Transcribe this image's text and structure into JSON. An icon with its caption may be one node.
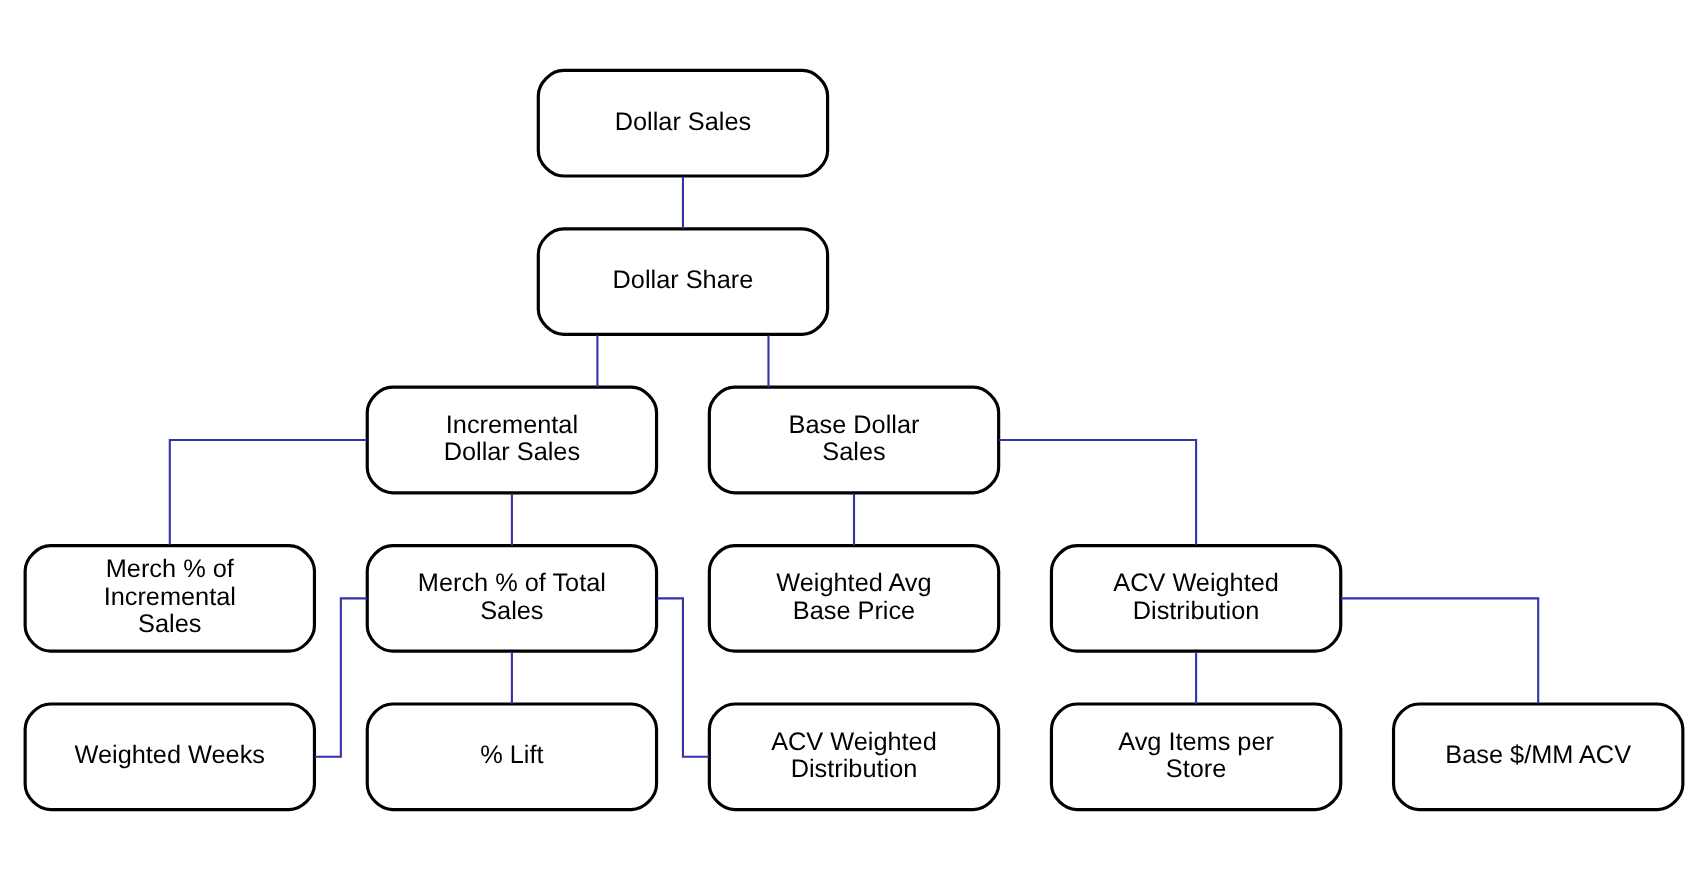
{
  "diagram": {
    "nodes": [
      {
        "text": [
          "Dollar Sales"
        ]
      },
      {
        "text": [
          "Dollar Share"
        ]
      },
      {
        "text": [
          "Incremental Dollar Sales"
        ]
      },
      {
        "text": [
          "Base Dollar Sales"
        ]
      },
      {
        "text": [
          "Merch % of Incremental Sales"
        ]
      },
      {
        "text": [
          "Merch % of Total Sales"
        ]
      },
      {
        "text": [
          "Weighted Avg Base Price"
        ]
      },
      {
        "text": [
          "ACV Weighted Distribution"
        ]
      },
      {
        "text": [
          "Weighted Weeks"
        ]
      },
      {
        "text": [
          "% Lift"
        ]
      },
      {
        "text": [
          "ACV Weighted Distribution"
        ]
      },
      {
        "text": [
          "Avg Items per Store"
        ]
      },
      {
        "text": [
          "Base $/MM ACV"
        ]
      }
    ],
    "edges": [
      {
        "from": 0,
        "to": 1,
        "arrow": "none"
      },
      {
        "from": 1,
        "to": 2,
        "arrow": "none"
      },
      {
        "from": 1,
        "to": 3,
        "arrow": "none"
      },
      {
        "from": 2,
        "to": 4,
        "arrow": "none"
      },
      {
        "from": 2,
        "to": 5,
        "arrow": "none"
      },
      {
        "from": 3,
        "to": 6,
        "arrow": "none"
      },
      {
        "from": 3,
        "to": 7,
        "arrow": "none"
      },
      {
        "from": 5,
        "to": 8,
        "arrow": "none"
      },
      {
        "from": 5,
        "to": 9,
        "arrow": "none"
      },
      {
        "from": 5,
        "to": 10,
        "arrow": "none"
      },
      {
        "from": 7,
        "to": 11,
        "arrow": "none"
      },
      {
        "from": 7,
        "to": 12,
        "arrow": "none"
      }
    ]
  }
}
